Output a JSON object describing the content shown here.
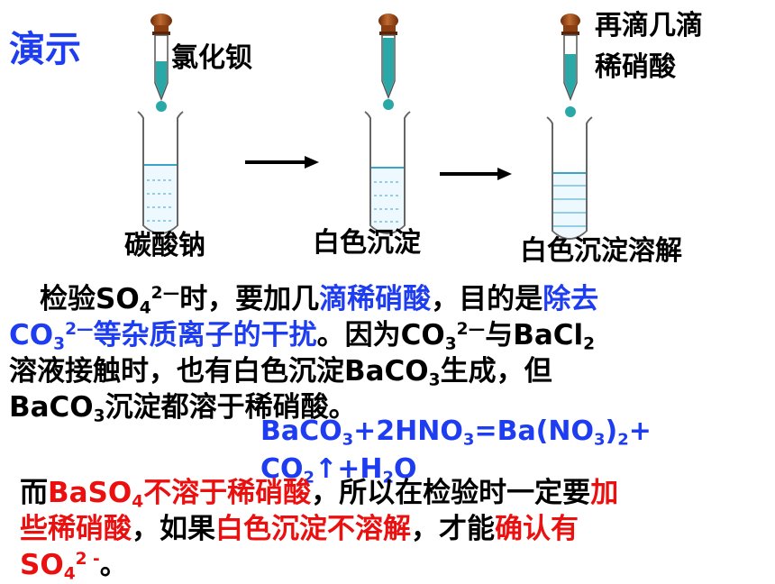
{
  "title": "演示",
  "labels": {
    "dropper1": "氯化钡",
    "dropper3_line1": "再滴几滴",
    "dropper3_line2": "稀硝酸",
    "tube1": "碳酸钠",
    "tube2": "白色沉淀",
    "tube3": "白色沉淀溶解"
  },
  "para1": {
    "p1": "检验SO",
    "p1_sub": "4",
    "p1_sup": "2—",
    "p2": "时，要加几",
    "p3": "滴稀硝酸",
    "p4": "，目的是",
    "p5": "除去",
    "l2_p1": "CO",
    "l2_sub1": "3",
    "l2_sup1": "2—",
    "l2_p2": "等杂质离子的干扰",
    "l2_p3": "。因为CO",
    "l2_sub2": "3",
    "l2_sup2": "2—",
    "l2_p4": "与BaCl",
    "l2_sub3": "2",
    "l3_p1": "溶液接触时，也有白色沉淀BaCO",
    "l3_sub": "3",
    "l3_p2": "生成，但",
    "l4_p1": "BaCO",
    "l4_sub": "3",
    "l4_p2": "沉淀都溶于稀硝酸。"
  },
  "equation": {
    "e1": "BaCO",
    "e1_sub": "3",
    "e2": "+2HNO",
    "e2_sub": "3",
    "e3": "=Ba(NO",
    "e3_sub1": "3",
    "e3_mid": ")",
    "e3_sub2": "2",
    "e4": "+",
    "l2_p1": "CO",
    "l2_sub1": "2",
    "l2_p2": "↑+H",
    "l2_sub2": "2",
    "l2_p3": "O"
  },
  "para2": {
    "p1": "而",
    "p2": "BaSO",
    "p2_sub": "4",
    "p3": "不溶于稀硝酸",
    "p4": "，所以在检验时一定要",
    "p5": "加",
    "l2_p1": "些稀硝酸",
    "l2_p2": "，如果",
    "l2_p3": "白色沉淀不溶解",
    "l2_p4": "，才能",
    "l2_p5": "确认有",
    "l3_p1": "SO",
    "l3_sub": "4",
    "l3_sup": "2 -",
    "l3_p2": "。"
  },
  "colors": {
    "title": "#1e3cf0",
    "highlight_blue": "#1e3cf0",
    "highlight_red": "#ea1010",
    "dropper_bulb": "#9a4a1a",
    "dropper_liquid": "#2aa8a8"
  }
}
